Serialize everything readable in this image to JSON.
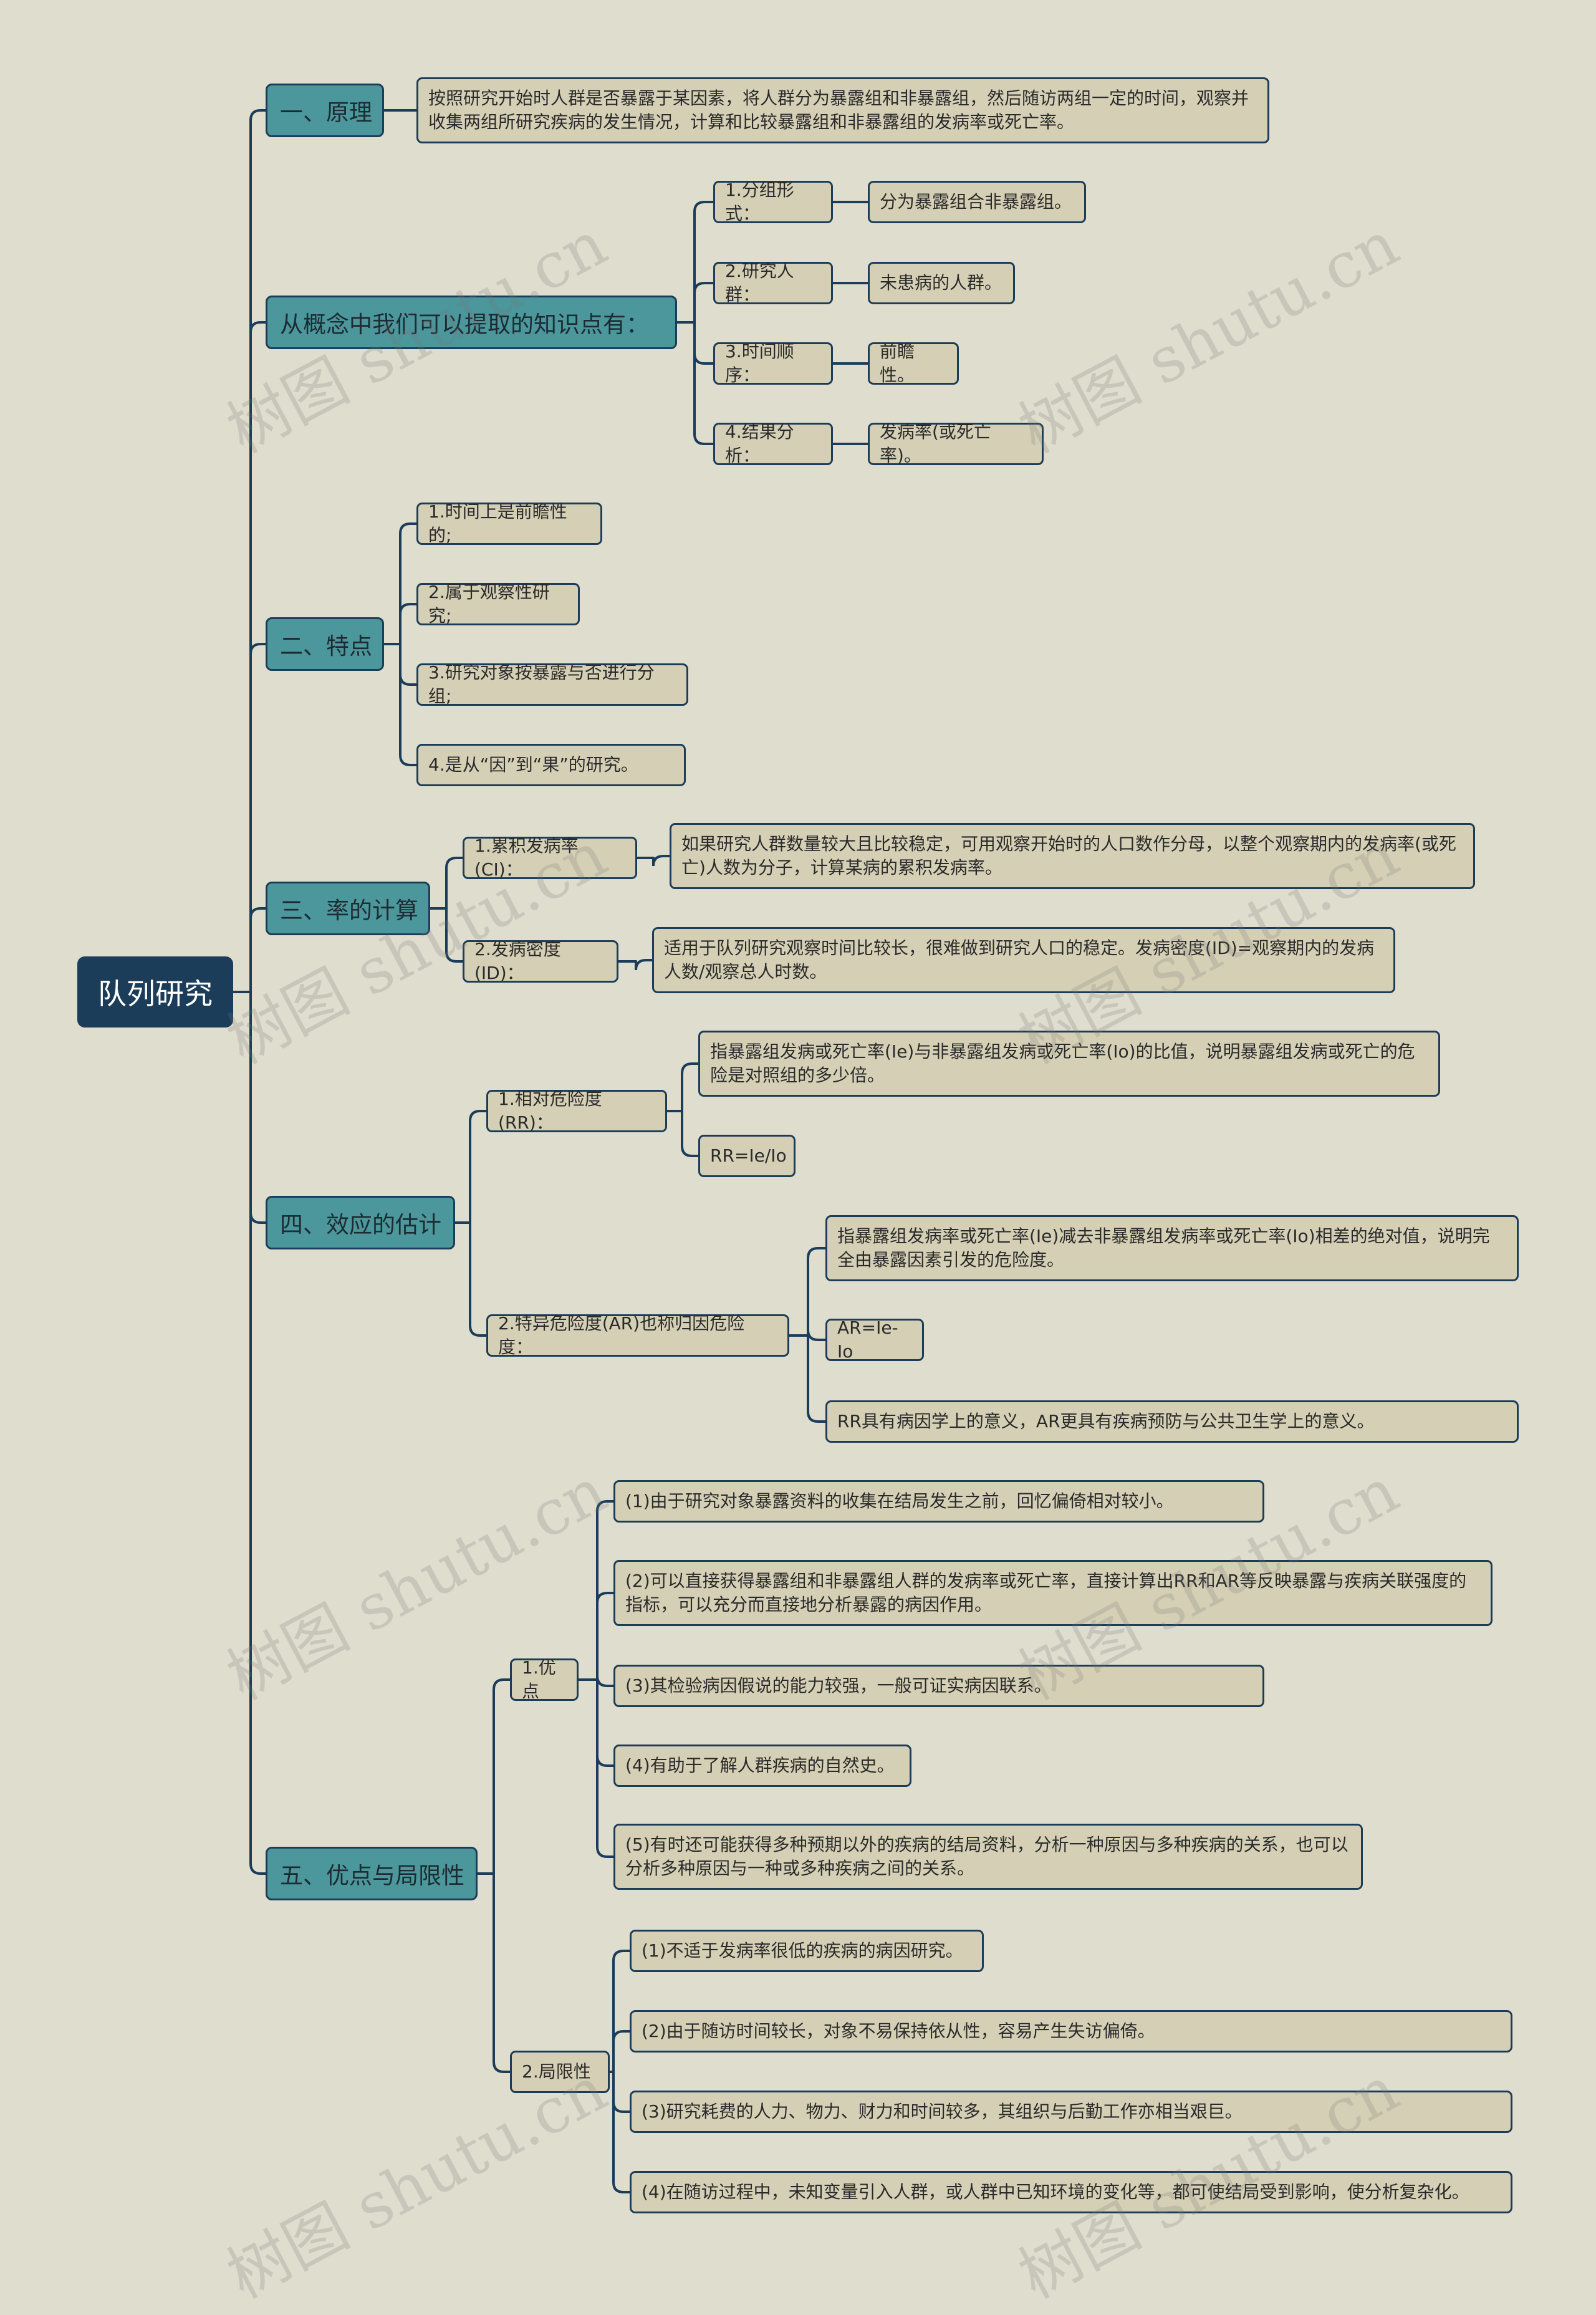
{
  "root": "队列研究",
  "sections": {
    "s1": {
      "label": "一、原理",
      "desc": "按照研究开始时人群是否暴露于某因素，将人群分为暴露组和非暴露组，然后随访两组一定的时间，观察并收集两组所研究疾病的发生情况，计算和比较暴露组和非暴露组的发病率或死亡率。"
    },
    "s2": {
      "label": "从概念中我们可以提取的知识点有：",
      "items": [
        {
          "label": "1.分组形式：",
          "value": "分为暴露组合非暴露组。"
        },
        {
          "label": "2.研究人群：",
          "value": "未患病的人群。"
        },
        {
          "label": "3.时间顺序：",
          "value": "前瞻性。"
        },
        {
          "label": "4.结果分析：",
          "value": "发病率(或死亡率)。"
        }
      ]
    },
    "s3": {
      "label": "二、特点",
      "items": [
        "1.时间上是前瞻性的;",
        "2.属于观察性研究;",
        "3.研究对象按暴露与否进行分组;",
        "4.是从“因”到“果”的研究。"
      ]
    },
    "s4": {
      "label": "三、率的计算",
      "items": [
        {
          "label": "1.累积发病率(CI)：",
          "value": "如果研究人群数量较大且比较稳定，可用观察开始时的人口数作分母，以整个观察期内的发病率(或死亡)人数为分子，计算某病的累积发病率。"
        },
        {
          "label": "2.发病密度(ID)：",
          "value": "适用于队列研究观察时间比较长，很难做到研究人口的稳定。发病密度(ID)=观察期内的发病人数/观察总人时数。"
        }
      ]
    },
    "s5": {
      "label": "四、效应的估计",
      "rr": {
        "label": "1.相对危险度(RR)：",
        "desc": "指暴露组发病或死亡率(Ie)与非暴露组发病或死亡率(Io)的比值，说明暴露组发病或死亡的危险是对照组的多少倍。",
        "formula": "RR=Ie/Io"
      },
      "ar": {
        "label": "2.特异危险度(AR)也称归因危险度：",
        "desc": "指暴露组发病率或死亡率(Ie)减去非暴露组发病率或死亡率(Io)相差的绝对值，说明完全由暴露因素引发的危险度。",
        "formula": "AR=Ie-Io",
        "note": "RR具有病因学上的意义，AR更具有疾病预防与公共卫生学上的意义。"
      }
    },
    "s6": {
      "label": "五、优点与局限性",
      "pros": {
        "label": "1.优点",
        "items": [
          "(1)由于研究对象暴露资料的收集在结局发生之前，回忆偏倚相对较小。",
          "(2)可以直接获得暴露组和非暴露组人群的发病率或死亡率，直接计算出RR和AR等反映暴露与疾病关联强度的指标，可以充分而直接地分析暴露的病因作用。",
          "(3)其检验病因假说的能力较强，一般可证实病因联系。",
          "(4)有助于了解人群疾病的自然史。",
          "(5)有时还可能获得多种预期以外的疾病的结局资料，分析一种原因与多种疾病的关系，也可以分析多种原因与一种或多种疾病之间的关系。"
        ]
      },
      "cons": {
        "label": "2.局限性",
        "items": [
          "(1)不适于发病率很低的疾病的病因研究。",
          "(2)由于随访时间较长，对象不易保持依从性，容易产生失访偏倚。",
          "(3)研究耗费的人力、物力、财力和时间较多，其组织与后勤工作亦相当艰巨。",
          "(4)在随访过程中，未知变量引入人群，或人群中已知环境的变化等，都可使结局受到影响，使分析复杂化。"
        ]
      }
    }
  },
  "watermark": "树图 shutu.cn",
  "colors": {
    "background": "#dfddcd",
    "root": "#1c3d5a",
    "branch": "#4b979c",
    "leaf": "#d5d0b5",
    "line": "#1c3d5a"
  }
}
